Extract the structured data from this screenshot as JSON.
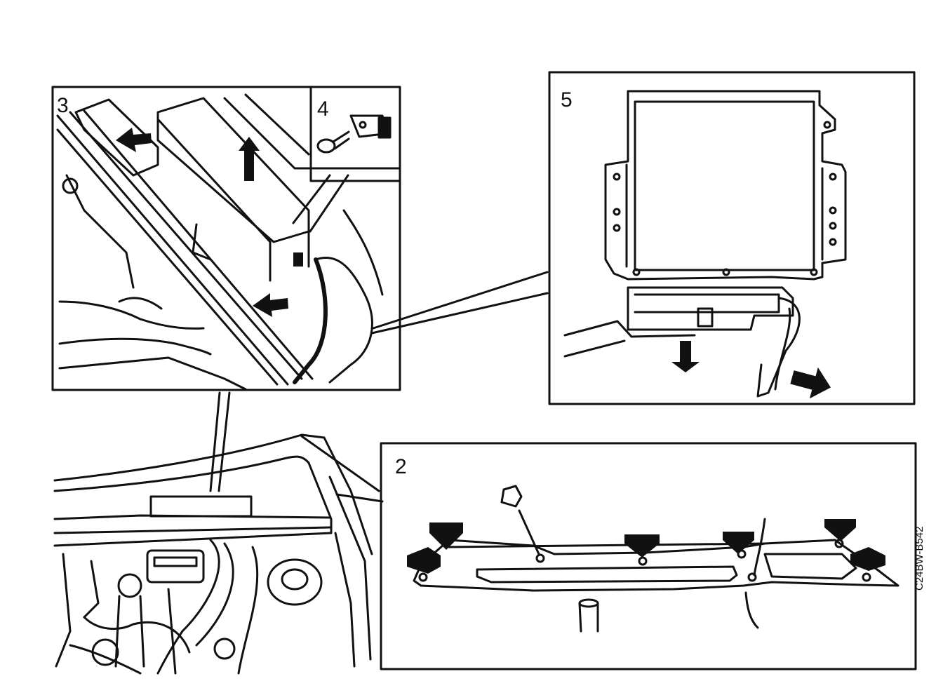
{
  "panels": {
    "p2": {
      "label": "2"
    },
    "p3": {
      "label": "3"
    },
    "p4": {
      "label": "4"
    },
    "p5": {
      "label": "5"
    }
  },
  "figure_code": "C24BW-B542",
  "colors": {
    "line": "#111111",
    "paper": "#ffffff",
    "fill": "#111111"
  }
}
